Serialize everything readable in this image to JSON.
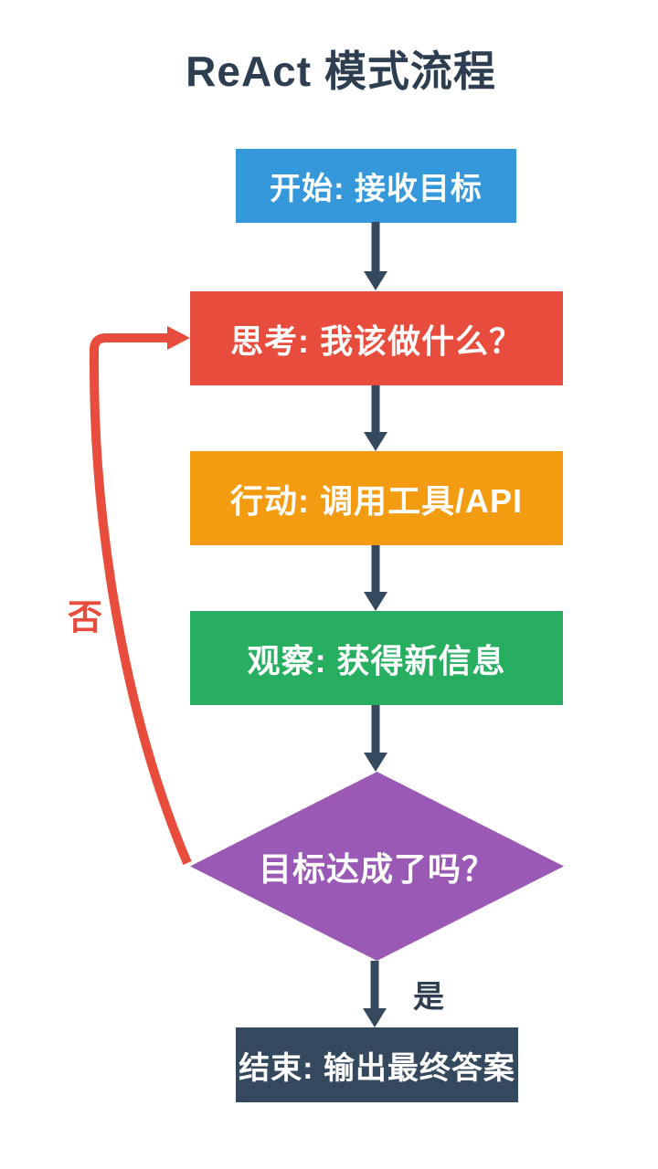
{
  "title": "ReAct 模式流程",
  "diagram": {
    "nodes": {
      "start": {
        "label": "开始: 接收目标",
        "type": "process",
        "color": "#3498db"
      },
      "think": {
        "label": "思考: 我该做什么？",
        "type": "process",
        "color": "#e74c3c"
      },
      "act": {
        "label": "行动: 调用工具/API",
        "type": "process",
        "color": "#f39c12"
      },
      "observe": {
        "label": "观察: 获得新信息",
        "type": "process",
        "color": "#27ae60"
      },
      "decision": {
        "label": "目标达成了吗？",
        "type": "decision",
        "color": "#9b59b6"
      },
      "end": {
        "label": "结束: 输出最终答案",
        "type": "terminal",
        "color": "#34495e"
      }
    },
    "edges": {
      "yes_label": "是",
      "no_label": "否"
    },
    "colors": {
      "flow_arrow": "#34495e",
      "loop_arrow": "#e74c3c",
      "title_text": "#2c3e50",
      "node_text": "#ffffff",
      "background": "#ffffff"
    }
  }
}
